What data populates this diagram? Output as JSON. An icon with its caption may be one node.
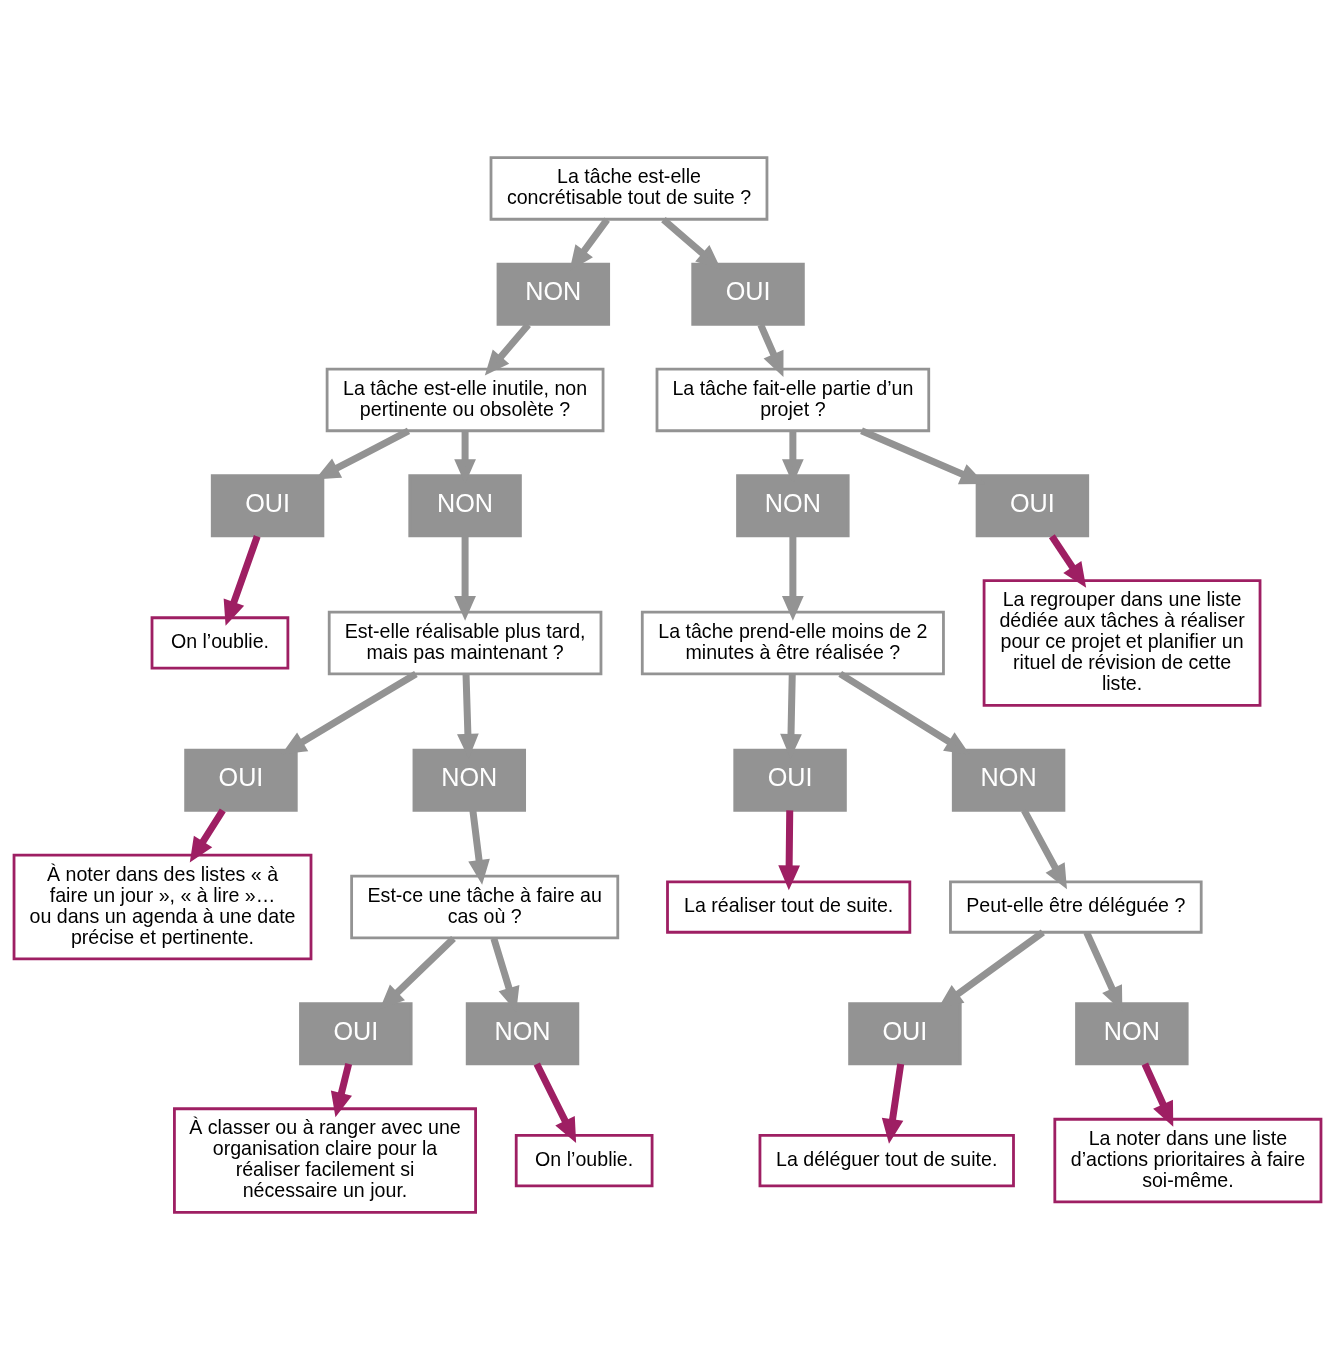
{
  "diagram": {
    "nodes": [
      {
        "text": [
          "La tâche est-elle concrétisable tout de suite ?"
        ]
      },
      {
        "text": [
          "NON"
        ]
      },
      {
        "text": [
          "OUI"
        ]
      },
      {
        "text": [
          "La tâche est-elle inutile, non pertinente ou obsolète ?"
        ]
      },
      {
        "text": [
          "La tâche fait-elle partie d’un projet ?"
        ]
      },
      {
        "text": [
          "OUI"
        ]
      },
      {
        "text": [
          "NON"
        ]
      },
      {
        "text": [
          "NON"
        ]
      },
      {
        "text": [
          "OUI"
        ]
      },
      {
        "text": [
          "On l’oublie."
        ]
      },
      {
        "text": [
          "Est-elle réalisable plus tard, mais pas maintenant ?"
        ]
      },
      {
        "text": [
          "La tâche prend-elle moins de 2 minutes à être réalisée ?"
        ]
      },
      {
        "text": [
          "La regrouper dans une liste dédiée aux tâches à réaliser pour ce projet et planifier un rituel de révision de cette liste."
        ]
      },
      {
        "text": [
          "OUI"
        ]
      },
      {
        "text": [
          "NON"
        ]
      },
      {
        "text": [
          "OUI"
        ]
      },
      {
        "text": [
          "NON"
        ]
      },
      {
        "text": [
          "À noter dans des listes « à faire un jour », « à lire »… ou dans un agenda à une date précise et pertinente."
        ]
      },
      {
        "text": [
          "Est-ce une tâche à faire au cas où ?"
        ]
      },
      {
        "text": [
          "La réaliser tout de suite."
        ]
      },
      {
        "text": [
          "Peut-elle être déléguée ?"
        ]
      },
      {
        "text": [
          "OUI"
        ]
      },
      {
        "text": [
          "NON"
        ]
      },
      {
        "text": [
          "OUI"
        ]
      },
      {
        "text": [
          "NON"
        ]
      },
      {
        "text": [
          "À classer ou à ranger avec une organisation claire pour la réaliser facilement si nécessaire un jour."
        ]
      },
      {
        "text": [
          "On l’oublie."
        ]
      },
      {
        "text": [
          "La déléguer tout de suite."
        ]
      },
      {
        "text": [
          "La noter dans une liste d’actions prioritaires à faire soi-même."
        ]
      }
    ],
    "edges": [
      {
        "from": 0,
        "to": 1,
        "arrow": "to"
      },
      {
        "from": 0,
        "to": 2,
        "arrow": "to"
      },
      {
        "from": 1,
        "to": 3,
        "arrow": "to"
      },
      {
        "from": 2,
        "to": 4,
        "arrow": "to"
      },
      {
        "from": 3,
        "to": 5,
        "arrow": "to"
      },
      {
        "from": 3,
        "to": 6,
        "arrow": "to"
      },
      {
        "from": 4,
        "to": 7,
        "arrow": "to"
      },
      {
        "from": 4,
        "to": 8,
        "arrow": "to"
      },
      {
        "from": 5,
        "to": 9,
        "arrow": "to",
        "color": "#9e1f63"
      },
      {
        "from": 6,
        "to": 10,
        "arrow": "to"
      },
      {
        "from": 7,
        "to": 11,
        "arrow": "to"
      },
      {
        "from": 8,
        "to": 12,
        "arrow": "to",
        "color": "#9e1f63"
      },
      {
        "from": 10,
        "to": 13,
        "arrow": "to"
      },
      {
        "from": 10,
        "to": 14,
        "arrow": "to"
      },
      {
        "from": 11,
        "to": 15,
        "arrow": "to"
      },
      {
        "from": 11,
        "to": 16,
        "arrow": "to"
      },
      {
        "from": 13,
        "to": 17,
        "arrow": "to",
        "color": "#9e1f63"
      },
      {
        "from": 14,
        "to": 18,
        "arrow": "to"
      },
      {
        "from": 15,
        "to": 19,
        "arrow": "to",
        "color": "#9e1f63"
      },
      {
        "from": 16,
        "to": 20,
        "arrow": "to"
      },
      {
        "from": 18,
        "to": 21,
        "arrow": "to"
      },
      {
        "from": 18,
        "to": 22,
        "arrow": "to"
      },
      {
        "from": 20,
        "to": 23,
        "arrow": "to"
      },
      {
        "from": 20,
        "to": 24,
        "arrow": "to"
      },
      {
        "from": 21,
        "to": 25,
        "arrow": "to",
        "color": "#9e1f63"
      },
      {
        "from": 22,
        "to": 26,
        "arrow": "to",
        "color": "#9e1f63"
      },
      {
        "from": 23,
        "to": 27,
        "arrow": "to",
        "color": "#9e1f63"
      },
      {
        "from": 24,
        "to": 28,
        "arrow": "to",
        "color": "#9e1f63"
      }
    ]
  }
}
